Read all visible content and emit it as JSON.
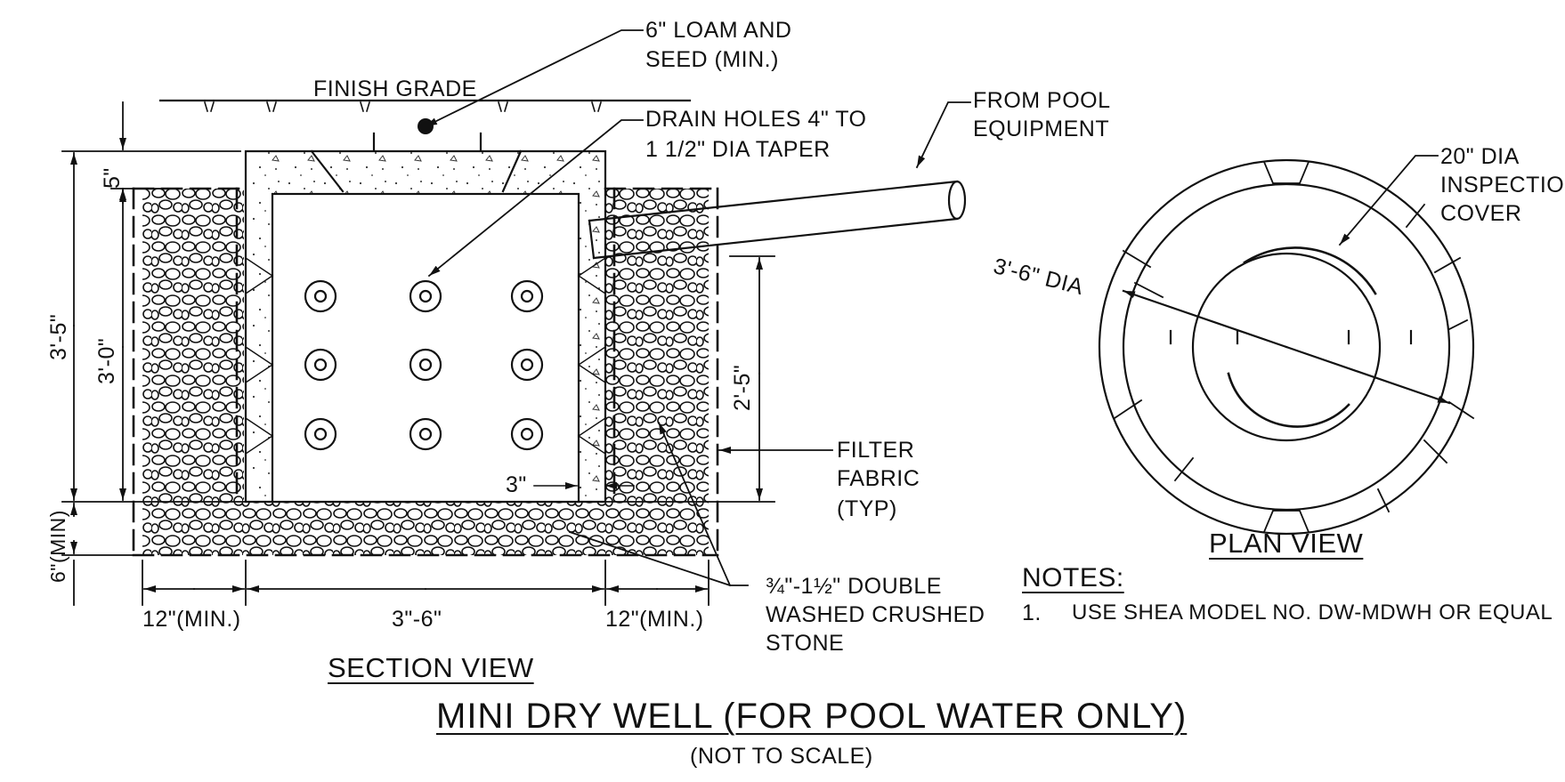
{
  "title": "MINI DRY WELL (FOR POOL WATER ONLY)",
  "subtitle": "(NOT TO SCALE)",
  "section_view": {
    "label": "SECTION VIEW",
    "callouts": {
      "loam": [
        "6\" LOAM AND",
        "SEED (MIN.)"
      ],
      "finish_grade": "FINISH GRADE",
      "drain_holes": [
        "DRAIN HOLES 4\" TO",
        "1 1/2\" DIA TAPER"
      ],
      "from_pool": [
        "FROM POOL",
        "EQUIPMENT"
      ],
      "filter_fabric": [
        "FILTER",
        "FABRIC",
        "(TYP)"
      ],
      "stone": [
        "¾\"-1½\" DOUBLE",
        "WASHED CRUSHED",
        "STONE"
      ]
    },
    "dimensions": {
      "d5": "5\"",
      "d3_5": "3'-5\"",
      "d3_0": "3'-0\"",
      "d2_5": "2'-5\"",
      "d6min": "6\"(MIN)",
      "d3in": "3\"",
      "w12_left": "12\"(MIN.)",
      "w3_6": "3\"-6\"",
      "w12_right": "12\"(MIN.)"
    }
  },
  "plan_view": {
    "label": "PLAN VIEW",
    "dia": "3'-6\" DIA",
    "cover": [
      "20\" DIA",
      "INSPECTION",
      "COVER"
    ]
  },
  "notes": {
    "heading": "NOTES:",
    "items": [
      {
        "num": "1.",
        "text": "USE SHEA MODEL No. DW-MDWH OR EQUAL"
      }
    ]
  },
  "colors": {
    "ink": "#111111",
    "paper": "#ffffff"
  }
}
